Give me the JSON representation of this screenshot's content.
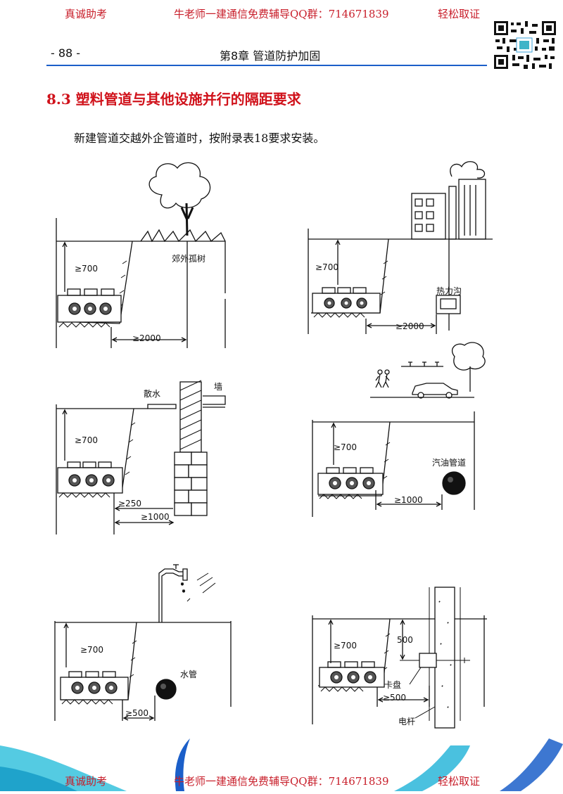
{
  "banner": {
    "left": "真诚助考",
    "center": "牛老师一建通信免费辅导QQ群：714671839",
    "right": "轻松取证"
  },
  "header": {
    "page_number": "- 88 -",
    "chapter": "第8章  管道防护加固"
  },
  "section": {
    "title": "8.3  塑料管道与其他设施并行的隔距要求",
    "intro": "新建管道交越外企管道时，按附录表18要求安装。"
  },
  "figures": {
    "tree": {
      "depth": "≥700",
      "label": "郊外孤树",
      "distance": "≥2000"
    },
    "heat_trench": {
      "depth": "≥700",
      "label": "热力沟",
      "distance": "≥2000"
    },
    "wall": {
      "depth": "≥700",
      "drain_label": "散水",
      "wall_label": "墙",
      "distance_near": "≥250",
      "distance": "≥1000"
    },
    "oil_pipe": {
      "depth": "≥700",
      "label": "汽油管道",
      "distance": "≥1000"
    },
    "water_pipe": {
      "depth": "≥700",
      "label": "水管",
      "distance": "≥500"
    },
    "pole": {
      "depth": "≥700",
      "clamp_label": "卡盘",
      "pole_label": "电杆",
      "height": "500",
      "distance": "≥500"
    }
  },
  "colors": {
    "banner_red": "#c81e2a",
    "title_red": "#d0121b",
    "rule_blue": "#1b5fc9"
  }
}
